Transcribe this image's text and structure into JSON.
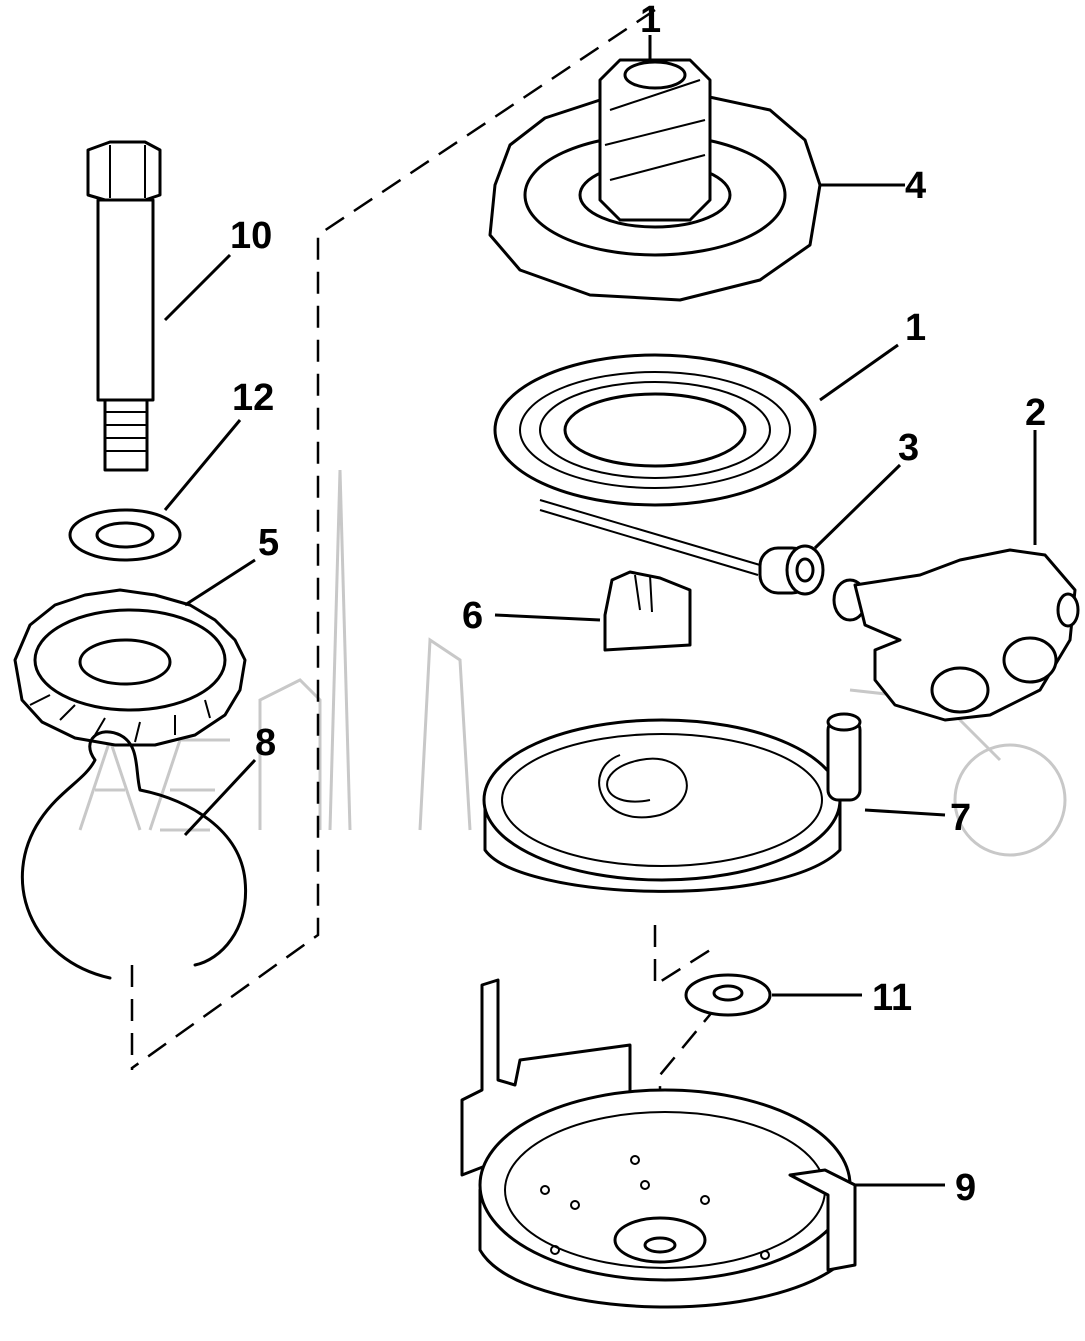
{
  "callouts": [
    {
      "id": "1a",
      "label": "1"
    },
    {
      "id": "1b",
      "label": "1"
    },
    {
      "id": "2",
      "label": "2"
    },
    {
      "id": "3",
      "label": "3"
    },
    {
      "id": "4",
      "label": "4"
    },
    {
      "id": "5",
      "label": "5"
    },
    {
      "id": "6",
      "label": "6"
    },
    {
      "id": "7",
      "label": "7"
    },
    {
      "id": "8",
      "label": "8"
    },
    {
      "id": "9",
      "label": "9"
    },
    {
      "id": "10",
      "label": "10"
    },
    {
      "id": "11",
      "label": "11"
    },
    {
      "id": "12",
      "label": "12"
    }
  ],
  "colors": {
    "ink": "#000000",
    "watermark": "#c8c8c8",
    "paper": "#ffffff"
  }
}
